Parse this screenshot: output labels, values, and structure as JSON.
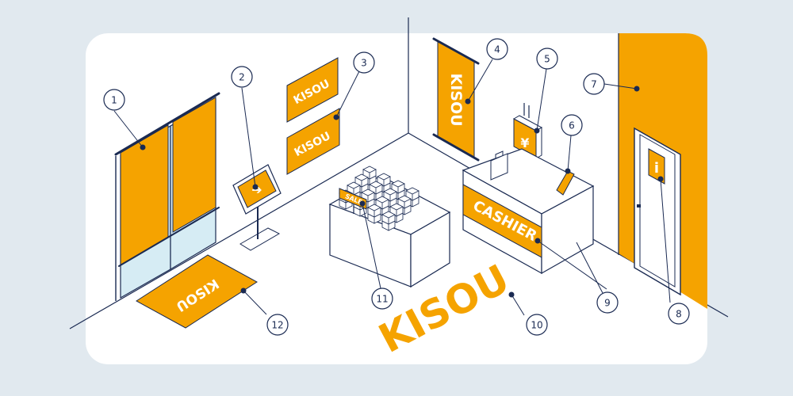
{
  "colors": {
    "background": "#e1e9ef",
    "panel": "#ffffff",
    "line": "#1a2a52",
    "accent": "#f5a300",
    "glass": "#d6ecf4",
    "floor_text": "#f5a300"
  },
  "signs": {
    "banner_hanging": "KISOU",
    "wall_sign_top": "KISOU",
    "wall_sign_bottom": "KISOU",
    "counter": "CASHIER",
    "floor_mat": "KISOU",
    "floor_logo": "KISOU",
    "sale_tag": "SALE",
    "yen_symbol": "¥",
    "info_symbol": "i",
    "arrow_symbol": "➔"
  },
  "callouts": [
    "1",
    "2",
    "3",
    "4",
    "5",
    "6",
    "7",
    "8",
    "9",
    "10",
    "11",
    "12"
  ]
}
